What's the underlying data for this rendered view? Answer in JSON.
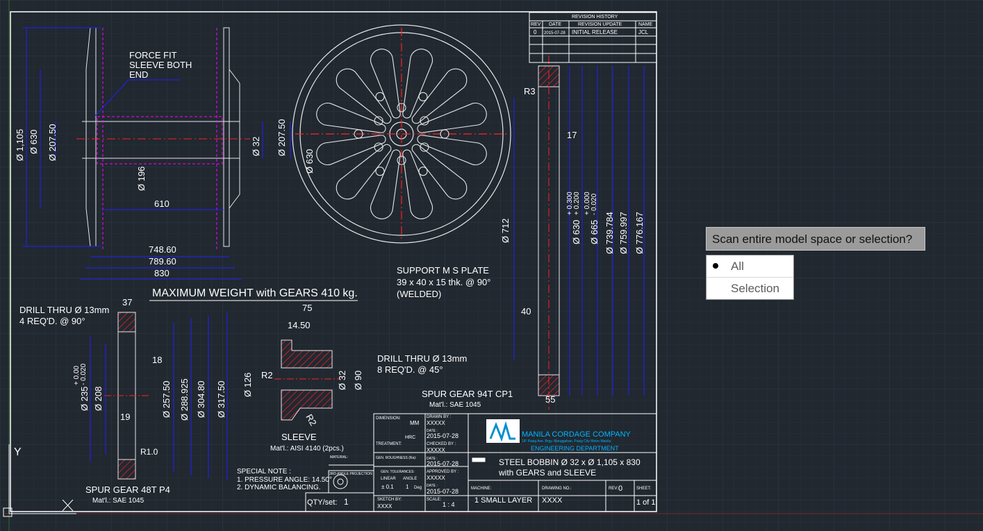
{
  "prompt": {
    "question": "Scan entire model space or selection?"
  },
  "options": [
    {
      "label": "All",
      "selected": true
    },
    {
      "label": "Selection",
      "selected": false
    }
  ],
  "colors": {
    "background": "#212830",
    "drawing": "#ffffff",
    "dims": "#2020ff",
    "hidden": "#ff00ff",
    "annot": "#ff2020",
    "company": "#00b4ff"
  },
  "ucs": {
    "y_label": "Y"
  },
  "drawing": {
    "texts": {
      "force_fit_1": "FORCE FIT",
      "force_fit_2": "SLEEVE BOTH",
      "force_fit_3": "END",
      "d1105": "Ø 1,105",
      "d630a": "Ø 630",
      "d20750a": "Ø 207.50",
      "d196": "Ø 196",
      "d32a": "Ø 32",
      "d20750b": "Ø 207.50",
      "l610": "610",
      "l74860": "748.60",
      "l78960": "789.60",
      "l830": "830",
      "d630b": "Ø 630",
      "max_weight": "MAXIMUM WEIGHT with GEARS 410 kg.",
      "support_1": "SUPPORT M S PLATE",
      "support_2": "39 x 40 x 15 thk.  @ 90°",
      "support_3": "(WELDED)",
      "r3": "R3",
      "l17": "17",
      "d712": "Ø 712",
      "tol1a": "+ 0.300",
      "tol1b": "+ 0.200",
      "d630c": "Ø 630",
      "tol2a": "+ 0.000",
      "tol2b": "- 0.020",
      "d665": "Ø 665",
      "d739": "Ø 739.784",
      "d759": "Ø 759.997",
      "d776": "Ø 776.167",
      "l40": "40",
      "l55": "55",
      "drill1_1": "DRILL THRU Ø 13mm",
      "drill1_2": "4 REQ'D. @ 90°",
      "l37": "37",
      "tol3a": "+ 0.00",
      "tol3b": "- 0.020",
      "d235": "Ø 235",
      "d208": "Ø 208",
      "l18": "18",
      "l19": "19",
      "r10": "R1.0",
      "d25750": "Ø 257.50",
      "d288": "Ø 288.925",
      "d30480": "Ø 304.80",
      "d31750": "Ø 317.50",
      "spur48": "SPUR GEAR 48T P4",
      "spur48_mat": "Mat'l.: SAE 1045",
      "l75": "75",
      "l1450": "14.50",
      "d126": "Ø 126",
      "r2a": "R2",
      "r2b": "R2",
      "d32b": "Ø 32",
      "d90": "Ø 90",
      "sleeve": "SLEEVE",
      "sleeve_mat": "Mat'l.: AISI 4140   (2pcs.)",
      "drill2_1": "DRILL THRU Ø 13mm",
      "drill2_2": "8 REQ'D. @ 45°",
      "spur94": "SPUR GEAR 94T CP1",
      "spur94_mat": "Mat'l.: SAE 1045",
      "special": "SPECIAL NOTE :",
      "note1": "1. PRESSURE ANGLE: 14.50°",
      "note2": "2. DYNAMIC BALANCING.",
      "qty": "QTY/set:",
      "qty_val": "1"
    },
    "revision": {
      "title": "REVISION  HISTORY",
      "headers": [
        "REV",
        "DATE",
        "REVISION  UPDATE",
        "NAME"
      ],
      "row": [
        "0",
        "2015-07-28",
        "INITIAL RELEASE",
        "JCL"
      ]
    },
    "title_block": {
      "dimension_label": "DIMENSION:",
      "dimension_val": "MM",
      "hrc": "HRC",
      "treatment": "TREATMENT:",
      "gen_rough": "GEN. ROUGHNESS (Ra):",
      "material": "MATERIAL:",
      "proj": "3RD ANGLE PROJECTION",
      "gen_tol": "GEN. TOLERANCES:",
      "linear": "LINEAR",
      "angle": "ANGLE",
      "lin_val": "± 0.1",
      "ang_val": "1",
      "deg": "Deg",
      "sketch": "SKETCH BY:",
      "sketch_val": "XXXX",
      "scale_label": "SCALE:",
      "scale_val": "1 : 4",
      "drawn_by": "DRAWN BY :",
      "drawn_val": "XXXXX",
      "date1_label": "DATE :",
      "date1": "2015-07-28",
      "checked_by": "CHECKED BY :",
      "checked_val": "XXXXX",
      "date2_label": "DATE :",
      "date2": "2015-07-28",
      "approved_by": "APPROVED BY :",
      "approved_val": "XXXXX",
      "date3_label": "DATE :",
      "date3": "2015-07-28",
      "company": "MANILA CORDAGE COMPANY",
      "address": "1/F Pasig Ave. Brgy. Manggahan, Pasig City Metro Manila",
      "dept": "ENGINEERING DEPARTMENT",
      "title1": "STEEL BOBBIN Ø 32 x Ø 1,105 x 830",
      "title2": "with GEARS and SLEEVE",
      "machine_label": "MACHINE:",
      "machine_val": "1 SMALL LAYER",
      "dwg_label": "DRAWING NO.:",
      "dwg_val": "XXXX",
      "rev_label": "REV:",
      "rev_val": "0",
      "sheet_label": "SHEET:",
      "sheet_val": "1 of 1"
    }
  }
}
